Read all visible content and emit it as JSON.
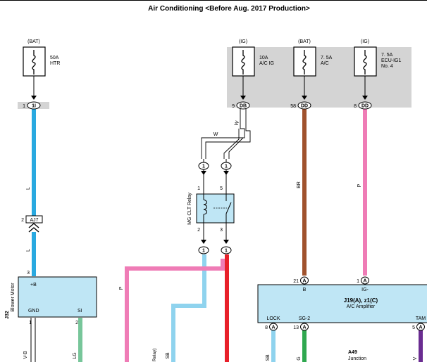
{
  "title": "Air Conditioning <Before Aug. 2017 Production>",
  "colors": {
    "light_blue": "#29a9e0",
    "brown": "#a0522d",
    "pink": "#ef7cb6",
    "red": "#e8202a",
    "green": "#2fa84f",
    "violet": "#6a2c91",
    "sky": "#8fd3ee",
    "lightgreen": "#77c69a",
    "component_fill": "#bfe6f5",
    "panel_gray": "#d4d4d4"
  },
  "fuses": [
    {
      "source": "(BAT)",
      "amp": "50A",
      "name": "HTR",
      "name2": "",
      "pin": "1",
      "conn": "1I"
    },
    {
      "source": "(IG)",
      "amp": "10A",
      "name": "A/C IG",
      "name2": "",
      "pin": "9",
      "conn": "DB"
    },
    {
      "source": "(BAT)",
      "amp": "7. 5A",
      "name": "A/C",
      "name2": "",
      "pin": "58",
      "conn": "DD"
    },
    {
      "source": "(IG)",
      "amp": "7. 5A",
      "name": "ECU-IG1",
      "name2": "No. 4",
      "pin": "8",
      "conn": "DD"
    }
  ],
  "wires": {
    "l_top": "L",
    "l_bottom": "L",
    "w1": "W",
    "w2": "W",
    "br": "BR",
    "p": "P",
    "p_left": "P",
    "sb": "SB",
    "lg": "LG",
    "vb": "V-B",
    "sb_lock": "SB",
    "g": "G",
    "v": "V"
  },
  "aj7": {
    "pin": "2",
    "label": "AJ7"
  },
  "relay": {
    "name": "MG CLT Relay",
    "pins": [
      "1",
      "5",
      "2",
      "3"
    ],
    "conn_label": "1"
  },
  "blower": {
    "id": "J32",
    "name": "Blower Motor",
    "pin_top": "3",
    "plus_b": "+B",
    "gnd": "GND",
    "si": "SI",
    "pin_gnd": "1",
    "pin_si": "2"
  },
  "amplifier": {
    "title": "J19(A), z1(C)",
    "subtitle": "A/C Amplifier",
    "conn": "A",
    "pins_top": [
      {
        "num": "21",
        "label": "B"
      },
      {
        "num": "1",
        "label": "IG-"
      }
    ],
    "pins_bottom": [
      {
        "num": "8",
        "label": "LOCK"
      },
      {
        "num": "13",
        "label": "SG-2"
      },
      {
        "num": "5",
        "label": "TAM"
      }
    ]
  },
  "junction": {
    "id": "A49",
    "name": "Junction"
  },
  "cut_label": "Relay)"
}
